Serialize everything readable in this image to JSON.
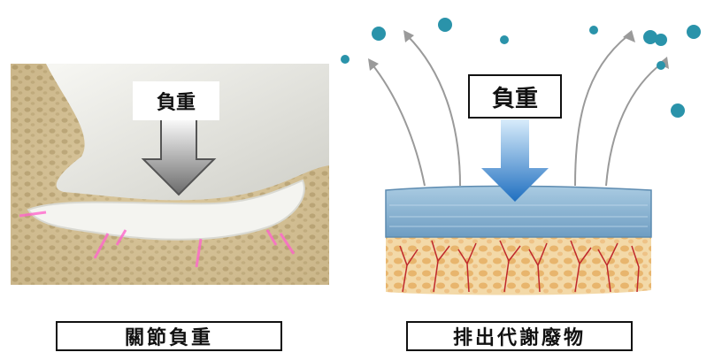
{
  "left": {
    "load_label": "負重",
    "caption": "關節負重"
  },
  "right": {
    "load_label": "負重",
    "caption": "排出代謝廢物"
  },
  "colors": {
    "bone": "#d8c49a",
    "cartilage": "#eeeeea",
    "glow": "#ff66cc",
    "fluid_dot": "#2a93aa",
    "cartilage_layer": "#8fb9d6",
    "load_arrow": "#2f7fd1"
  }
}
